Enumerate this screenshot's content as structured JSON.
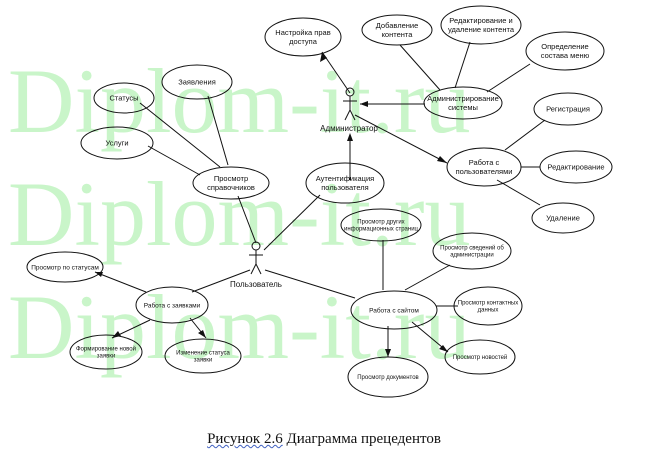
{
  "watermark": {
    "text": "Diplom-it.ru",
    "color": "#c9f5c9"
  },
  "actors": {
    "admin": {
      "label": "Администратор"
    },
    "user": {
      "label": "Пользователь"
    }
  },
  "use_cases": {
    "access": "Настройка прав доступа",
    "add_content": "Добавление контента",
    "edit_content": "Редактирование и удаление контента",
    "define_menu": "Определение состава меню",
    "administration": "Администрирование системы",
    "registration": "Регистрация",
    "work_users": "Работа с пользователями",
    "editing": "Редактирование",
    "deletion": "Удаление",
    "statuses": "Статусы",
    "applications": "Заявления",
    "services": "Услуги",
    "view_refs": "Просмотр справочников",
    "auth": "Аутентификация пользователя",
    "view_pages": "Просмотр других информационных страниц",
    "view_by_status": "Просмотр по статусам",
    "view_admin_info": "Просмотр сведений об администрации",
    "work_requests": "Работа с заявками",
    "work_site": "Работа с сайтом",
    "view_contacts": "Просмотр контактных данных",
    "new_request": "Формирование новой заявки",
    "change_status": "Изменение статуса заявки",
    "view_news": "Просмотр новостей",
    "view_docs": "Просмотр документов"
  },
  "caption": {
    "prefix": "Рисунок  2.6",
    "text": "Диаграмма прецедентов"
  }
}
